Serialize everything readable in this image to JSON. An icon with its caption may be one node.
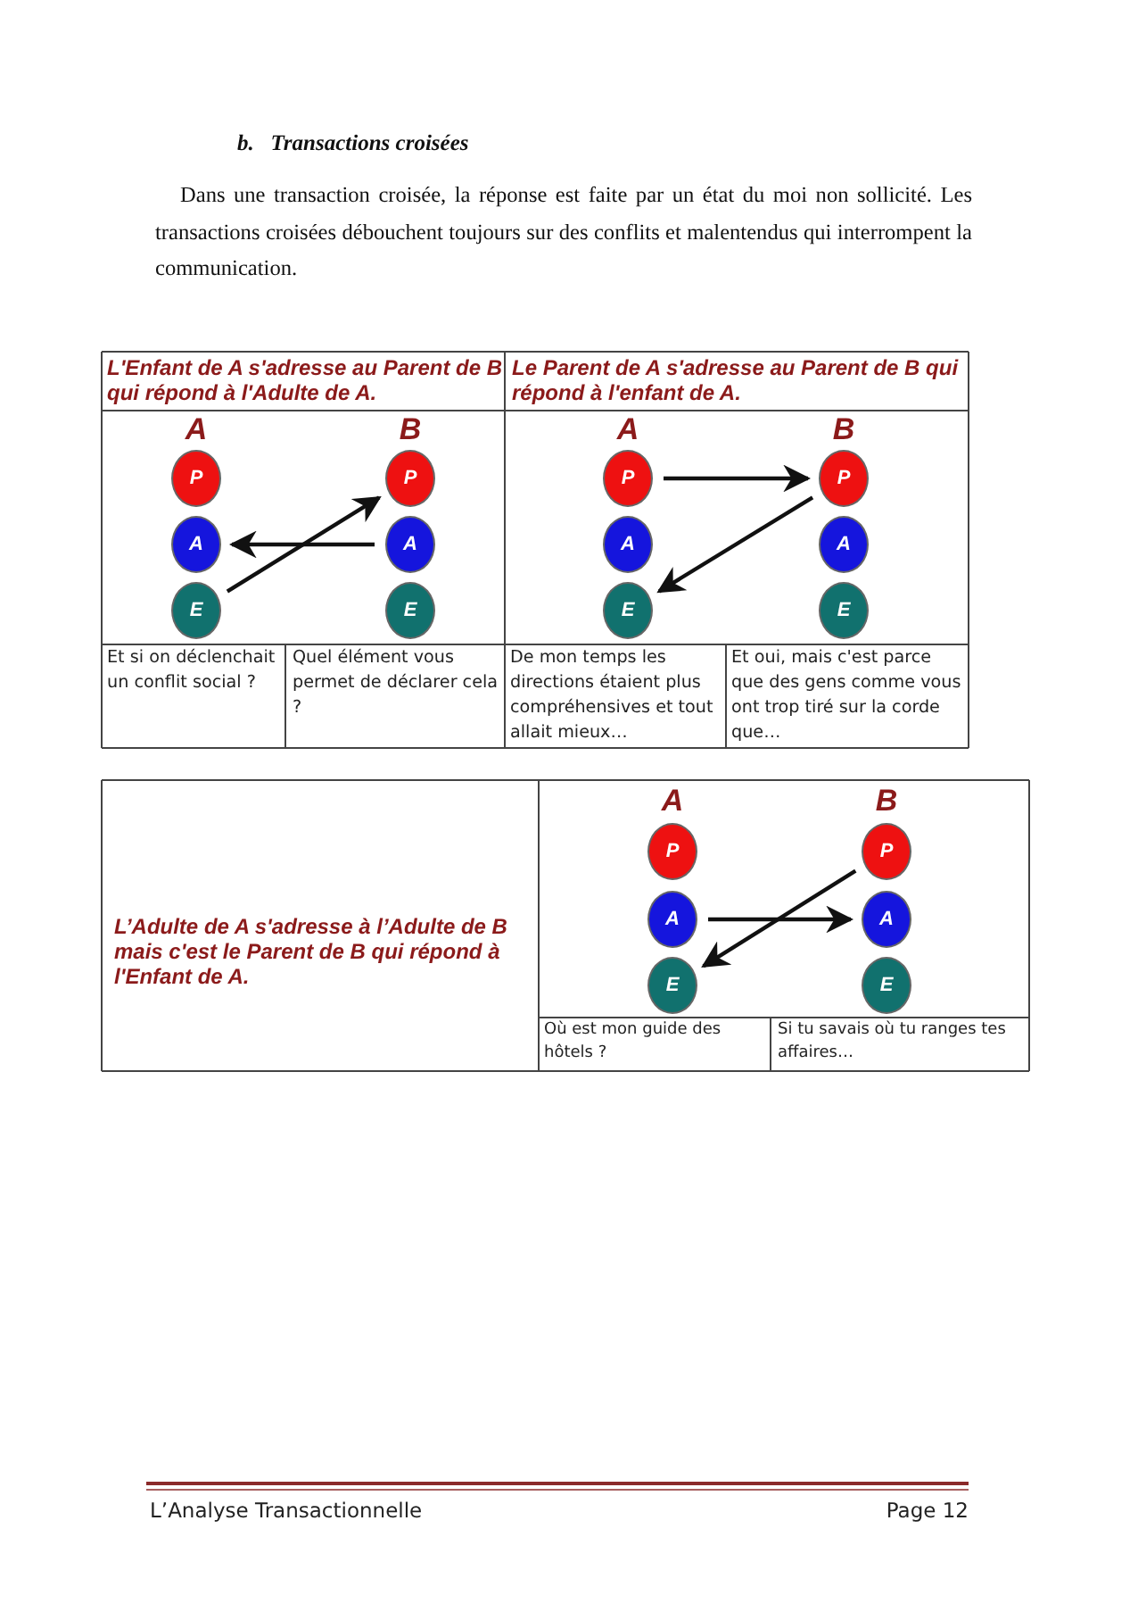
{
  "diagram": {
    "title": "b.   Transactions croisées",
    "nodes": [
      {
        "text": [
          "P"
        ]
      },
      {
        "text": [
          "A"
        ]
      },
      {
        "text": [
          "E"
        ]
      },
      {
        "text": [
          "P"
        ]
      },
      {
        "text": [
          "A"
        ]
      },
      {
        "text": [
          "E"
        ]
      },
      {
        "text": [
          "P"
        ]
      },
      {
        "text": [
          "A"
        ]
      },
      {
        "text": [
          "E"
        ]
      },
      {
        "text": [
          "P"
        ]
      },
      {
        "text": [
          "A"
        ]
      },
      {
        "text": [
          "E"
        ]
      },
      {
        "text": [
          "P"
        ]
      },
      {
        "text": [
          "A"
        ]
      },
      {
        "text": [
          "E"
        ]
      },
      {
        "text": [
          "P"
        ]
      },
      {
        "text": [
          "A"
        ]
      },
      {
        "text": [
          "E"
        ]
      }
    ],
    "edges": [
      {
        "from": 2,
        "to": 3,
        "arrow": "to"
      },
      {
        "from": 4,
        "to": 1,
        "arrow": "to"
      },
      {
        "from": 6,
        "to": 9,
        "arrow": "to"
      },
      {
        "from": 9,
        "to": 8,
        "arrow": "to"
      },
      {
        "from": 13,
        "to": 16,
        "arrow": "to"
      },
      {
        "from": 15,
        "to": 14,
        "arrow": "to"
      }
    ],
    "labels": [
      "Dans une transaction croisée, la réponse est faite par un état du moi non sollicité. Les transactions croisées débouchent toujours sur des conflits et malentendus qui interrompent la communication.",
      "L'Enfant de A s'adresse au Parent de B qui répond à l'Adulte de A.",
      "Le Parent de A s'adresse au Parent de B qui répond à l'enfant de A.",
      "A",
      "B",
      "A",
      "B",
      "Et si on déclenchait un conflit social ?",
      "Quel élément vous permet de déclarer cela ?",
      "De mon temps les directions étaient plus compréhensives et tout allait mieux…",
      "Et oui, mais c'est parce que des gens comme vous ont trop tiré sur la corde que…",
      "L’Adulte de A s'adresse à l’Adulte de B mais c'est le Parent de B qui répond à l'Enfant de A.",
      "A",
      "B",
      "Où est mon guide des hôtels ?",
      "Si tu savais où tu ranges tes affaires…",
      "L’Analyse Transactionnelle",
      "Page 12"
    ]
  }
}
